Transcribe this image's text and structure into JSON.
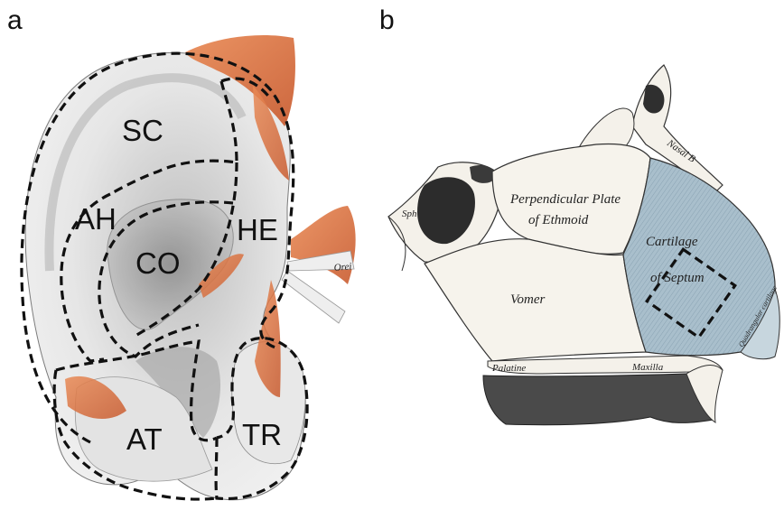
{
  "panels": {
    "a": {
      "letter": "a",
      "regions": {
        "sc": "SC",
        "ah": "AH",
        "co": "CO",
        "he": "HE",
        "at": "AT",
        "tr": "TR"
      },
      "muscle_text": "Orei"
    },
    "b": {
      "letter": "b",
      "labels": {
        "perpendicular_plate_1": "Perpendicular Plate",
        "perpendicular_plate_2": "of Ethmoid",
        "vomer": "Vomer",
        "cartilage_1": "Cartilage",
        "cartilage_2": "of Septum",
        "palatine": "Palatine",
        "maxilla": "Maxilla",
        "nasal": "Nasal B",
        "sph": "Sph",
        "quadrangular": "Quadrangular cartilage"
      }
    }
  },
  "colors": {
    "ear_skin": "#d9d9d9",
    "ear_shadow": "#9a9a9a",
    "muscle": "#e07a4a",
    "cartilage_blue": "#a9bfcc",
    "bone": "#f4f1ea",
    "bone_dark": "#333333"
  }
}
